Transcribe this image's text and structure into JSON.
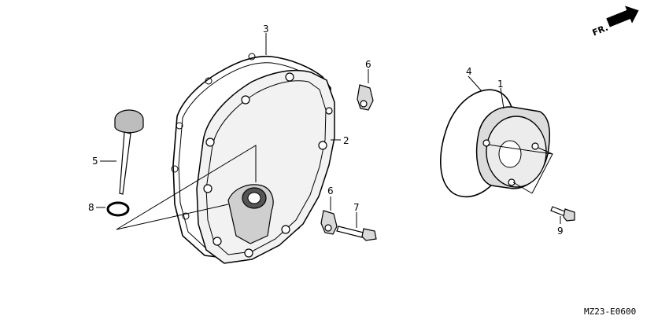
{
  "direction_marker": {
    "text": "FR.",
    "icon": "arrow-right-icon"
  },
  "diagram_code": "MZ23-E0600",
  "callouts": {
    "c1": "1",
    "c2": "2",
    "c3": "3",
    "c4": "4",
    "c5": "5",
    "c6a": "6",
    "c6b": "6",
    "c7": "7",
    "c8": "8",
    "c9": "9"
  }
}
